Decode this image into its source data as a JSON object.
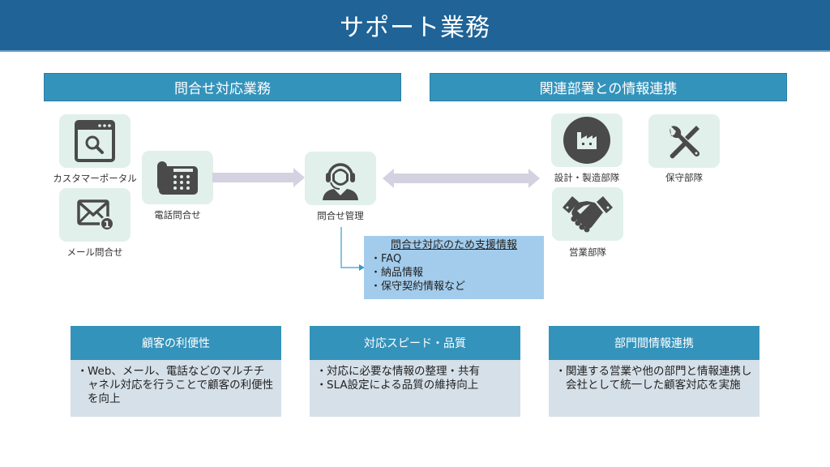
{
  "title": "サポート業務",
  "sections": {
    "left": {
      "header": "問合せ対応業務"
    },
    "right": {
      "header": "関連部署との情報連携"
    }
  },
  "channels": [
    {
      "label": "カスタマーポータル",
      "icon": "browser-search-icon"
    },
    {
      "label": "メール問合せ",
      "icon": "mail-notification-icon",
      "badge": "1"
    },
    {
      "label": "電話問合せ",
      "icon": "desk-phone-icon"
    }
  ],
  "hub": {
    "label": "問合せ管理",
    "icon": "headset-operator-icon"
  },
  "departments": [
    {
      "label": "設計・製造部隊",
      "icon": "factory-icon"
    },
    {
      "label": "保守部隊",
      "icon": "tools-icon"
    },
    {
      "label": "営業部隊",
      "icon": "handshake-icon"
    }
  ],
  "support_info": {
    "title": "問合せ対応のため支援情報",
    "items": [
      "・FAQ",
      "・納品情報",
      "・保守契約情報など"
    ]
  },
  "cards": [
    {
      "title": "顧客の利便性",
      "bullets": [
        [
          "・",
          "Web、メール、電話などのマルチチャネル対応を行うことで顧客の利便性を向上"
        ]
      ]
    },
    {
      "title": "対応スピード・品質",
      "bullets": [
        [
          "・",
          "対応に必要な情報の整理・共有"
        ],
        [
          "・",
          "SLA設定による品質の維持向上"
        ]
      ]
    },
    {
      "title": "部門間情報連携",
      "bullets": [
        [
          "・",
          "関連する営業や他の部門と情報連携し会社として統一した顧客対応を実施"
        ]
      ]
    }
  ],
  "colors": {
    "title_bar": "#1f6397",
    "section_header": "#3493bb",
    "icon_tile": "#e1f0ea",
    "icon_glyph": "#4a4a4a",
    "arrow": "#d4d2e0",
    "support_box": "#a3ccec",
    "card_body": "#d6e0e8",
    "connector": "#3a9ad0"
  }
}
